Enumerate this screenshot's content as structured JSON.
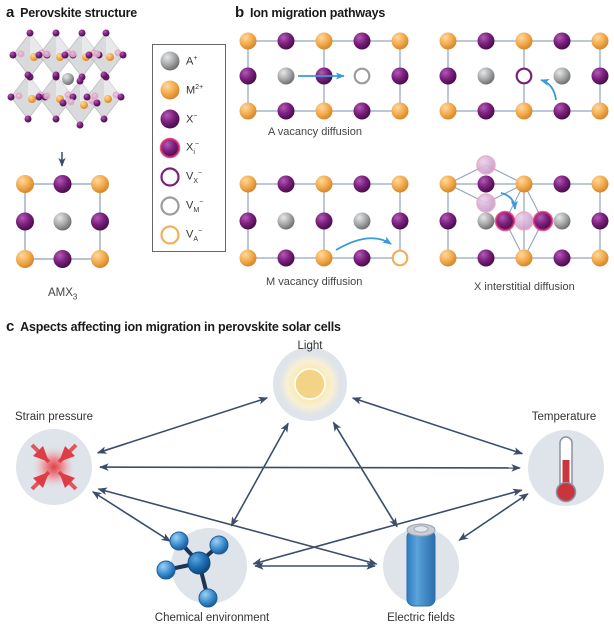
{
  "panels": {
    "a": {
      "letter": "a",
      "title": "Perovskite structure",
      "formula": "AMX",
      "formula_sub": "3"
    },
    "b": {
      "letter": "b",
      "title": "Ion migration pathways",
      "captions": [
        "A vacancy diffusion",
        "",
        "M vacancy diffusion",
        "X interstitial diffusion"
      ]
    },
    "c": {
      "letter": "c",
      "title": "Aspects affecting ion migration in perovskite solar cells"
    }
  },
  "legend": [
    {
      "symbol": "A",
      "sup": "+",
      "sub": "",
      "kind": "A-ion"
    },
    {
      "symbol": "M",
      "sup": "2+",
      "sub": "",
      "kind": "M-ion"
    },
    {
      "symbol": "X",
      "sup": "−",
      "sub": "",
      "kind": "X-ion"
    },
    {
      "symbol": "X",
      "sup": "−",
      "sub": "i",
      "kind": "X-interstitial"
    },
    {
      "symbol": "V",
      "sup": "−",
      "sub": "X",
      "kind": "X-vacancy"
    },
    {
      "symbol": "V",
      "sup": "−",
      "sub": "M",
      "kind": "M-vacancy"
    },
    {
      "symbol": "V",
      "sup": "−",
      "sub": "A",
      "kind": "A-vacancy"
    }
  ],
  "colors": {
    "A_ion": "#9a9c9e",
    "M_ion": "#f2a94a",
    "X_ion": "#7b1f7d",
    "X_interstitial_ring": "#d6246e",
    "V_X": "#7b1f7d",
    "V_M": "#9a9c9e",
    "V_A": "#f0b060",
    "lattice_line": "#8fa3c2",
    "migration_arrow": "#3a9ad9",
    "network_arrow": "#3b4d6b",
    "node_bg": "#dfe3ea"
  },
  "factors": [
    {
      "id": "light",
      "label": "Light",
      "icon": "sun-icon"
    },
    {
      "id": "strain",
      "label": "Strain pressure",
      "icon": "compression-icon"
    },
    {
      "id": "temperature",
      "label": "Temperature",
      "icon": "thermometer-icon"
    },
    {
      "id": "chemical",
      "label": "Chemical environment",
      "icon": "molecule-icon"
    },
    {
      "id": "electric",
      "label": "Electric fields",
      "icon": "battery-icon"
    }
  ],
  "connections": [
    [
      "light",
      "strain"
    ],
    [
      "light",
      "temperature"
    ],
    [
      "light",
      "chemical"
    ],
    [
      "light",
      "electric"
    ],
    [
      "strain",
      "temperature"
    ],
    [
      "strain",
      "chemical"
    ],
    [
      "strain",
      "electric"
    ],
    [
      "temperature",
      "chemical"
    ],
    [
      "temperature",
      "electric"
    ],
    [
      "chemical",
      "electric"
    ]
  ]
}
